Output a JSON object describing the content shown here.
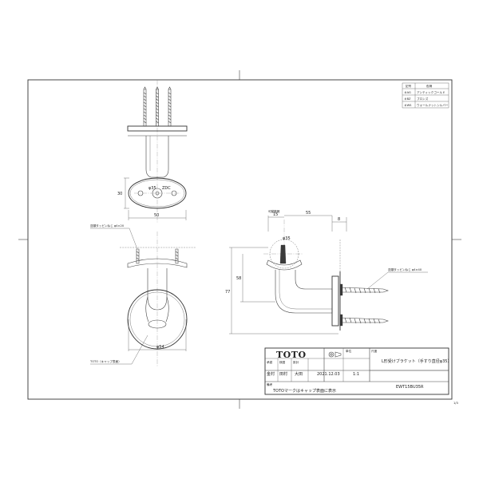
{
  "materials": {
    "header_symbol": "記号",
    "header_name": "色柄",
    "rows": [
      {
        "code": "＃AG",
        "name": "アンティックゴールド"
      },
      {
        "code": "＃BZ",
        "name": "ブロンズ"
      },
      {
        "code": "＃WS",
        "name": "ウォールナットシルバー"
      }
    ]
  },
  "dimensions": {
    "plate_height": "30",
    "plate_width": "50",
    "dia_35_front": "φ35",
    "mark_toto": "ZDC",
    "dia_54": "φ54",
    "screw_top": "皿頭タッピンねじ φ4×20",
    "screw_side": "皿頭タッピンねじ φ4×40",
    "cap_note": "TOTO（キャップ表面）",
    "pos_label": "可動範囲",
    "side_15": "15",
    "side_55": "55",
    "side_8": "8",
    "side_dia": "φ35",
    "side_height": "77",
    "side_58": "58"
  },
  "title_block": {
    "logo": "TOTO",
    "scale_label": "尺度",
    "unit_label": "単位",
    "product_name": "L形受けブラケット（手すり直径φ35）",
    "row_labels": [
      "承認",
      "検図",
      "設計"
    ],
    "approver": "金村",
    "checker": "田村",
    "designer": "大田",
    "date": "2021.12.03",
    "scale": "1:1",
    "model_number": "EWT15BU35R",
    "note_label": "備考",
    "note": "TOTOマークはキャップ表面に表示",
    "page": "1/3"
  }
}
